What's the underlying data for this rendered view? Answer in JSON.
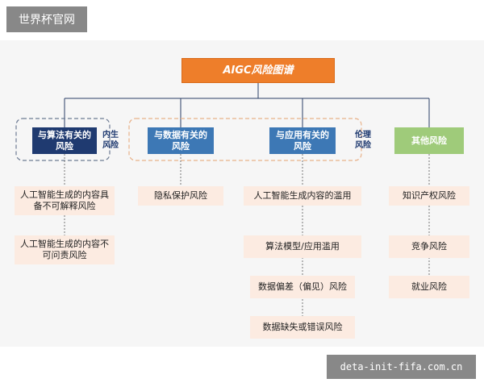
{
  "watermark_top": "世界杯官网",
  "watermark_bottom": "deta-init-fifa.com.cn",
  "root": "AIGC风险图谱",
  "categories": {
    "algorithm": "与算法有关的风险",
    "data": "与数据有关的风险",
    "application": "与应用有关的风险",
    "other": "其他风险"
  },
  "tags": {
    "inherent": "内生风险",
    "ethical": "伦理风险"
  },
  "leaves": {
    "algorithm": [
      "人工智能生成的内容具备不可解释风险",
      "人工智能生成的内容不可问责风险"
    ],
    "data": [
      "隐私保护风险"
    ],
    "application": [
      "人工智能生成内容的滥用",
      "算法模型/应用滥用",
      "数据偏差（偏见）风险",
      "数据缺失或错误风险"
    ],
    "other": [
      "知识产权风险",
      "竞争风险",
      "就业风险"
    ]
  },
  "colors": {
    "root": "#ee7e2a",
    "algorithm": "#1f3a70",
    "data_app": "#3d78b5",
    "other": "#9fcb7a",
    "leaf": "#fcebe1"
  }
}
